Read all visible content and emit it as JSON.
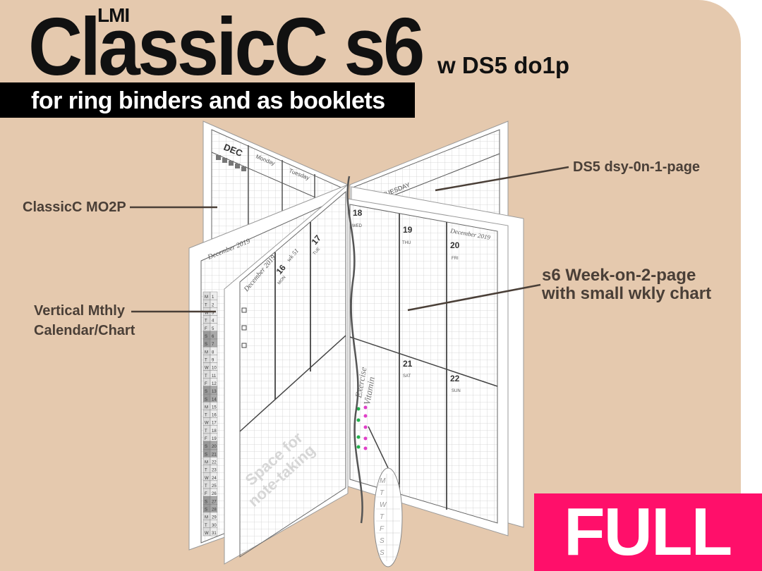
{
  "header": {
    "brand": "LMI",
    "title": "ClassicC s6",
    "suffix": "w DS5 do1p",
    "banner": "for ring binders and as booklets"
  },
  "callouts": {
    "ds5": "DS5 dsy-0n-1-page",
    "mo2p": "ClassicC MO2P",
    "week_line1": "s6 Week-on-2-page",
    "week_line2": "with small wkly chart",
    "vmc_line1": "Vertical Mthly",
    "vmc_line2": "Calendar/Chart"
  },
  "pages": {
    "dec": "DEC",
    "monday": "Monday",
    "tuesday": "Tuesday",
    "tuesday_upper": "TUESDAY",
    "month_header": "December 2019",
    "wk": "wk 51",
    "day16": "16",
    "mon_abbr": "MON",
    "day17": "17",
    "tue_abbr": "TUE",
    "day18": "18",
    "wed_abbr": "WED",
    "day19": "19",
    "thu_abbr": "THU",
    "day20": "20",
    "fri_abbr": "FRI",
    "day21": "21",
    "sat_abbr": "SAT",
    "day22": "22",
    "sun_abbr": "SUN",
    "note_line1": "Space for",
    "note_line2": "note-taking",
    "chart_l1": "Exercise",
    "chart_l2": "Vitamin"
  },
  "sidebar_calendar": [
    "1",
    "2",
    "3",
    "4",
    "5",
    "6",
    "7",
    "8",
    "9",
    "10",
    "11",
    "12",
    "13",
    "14",
    "15",
    "16",
    "17",
    "18",
    "19",
    "20",
    "21",
    "22",
    "23",
    "24",
    "25",
    "26",
    "27",
    "28",
    "29",
    "30",
    "31"
  ],
  "tag_weekdays": [
    "M",
    "T",
    "W",
    "T",
    "F",
    "S",
    "S"
  ],
  "badge": {
    "label": "FULL",
    "color": "#ff0f6a"
  },
  "colors": {
    "background": "#e5c9ae",
    "label": "#4a3f37",
    "ink": "#111111",
    "dot_green": "#22b14c",
    "dot_pink": "#e040c8"
  }
}
